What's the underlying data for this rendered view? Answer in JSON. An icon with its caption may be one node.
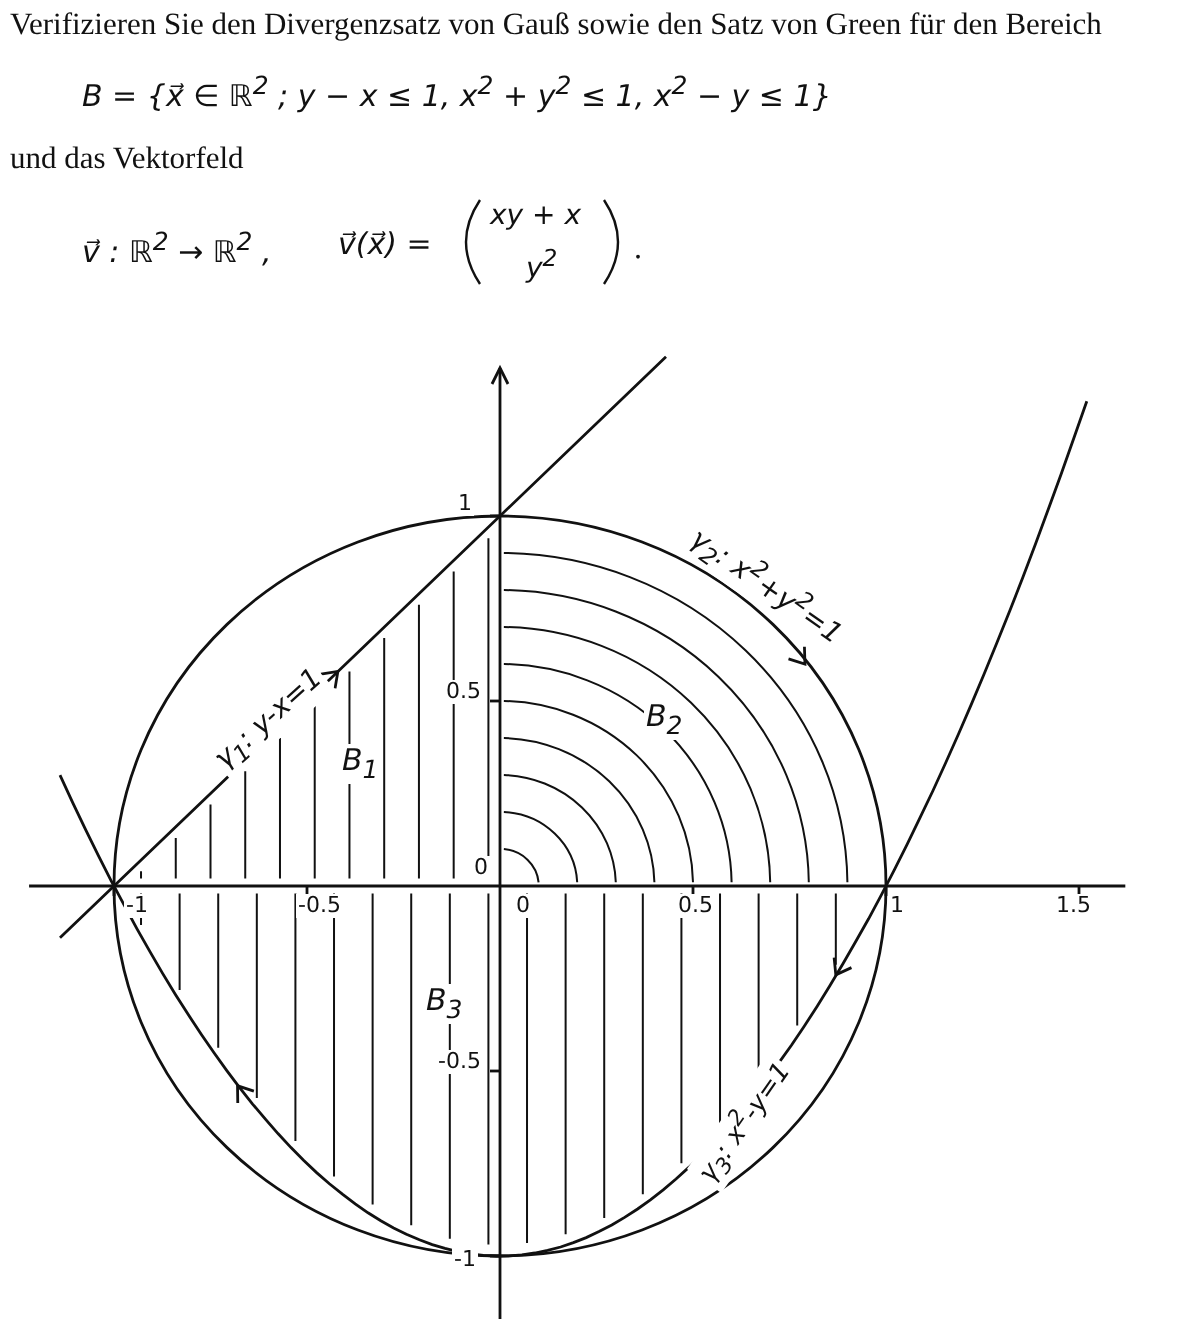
{
  "diagram": {
    "labels": [
      "Verifizieren Sie den Divergenzsatz von Gauß sowie den Satz von Green für den Bereich",
      "B = {x⃗ ∈ ℝ$^{2}$ ; y − x ≤ 1, x$^{2}$ + y$^{2}$ ≤ 1, x$^{2}$ − y ≤ 1}",
      "und das Vektorfeld",
      "v⃗ : ℝ$^{2}$ → ℝ$^{2}$ ,",
      "v⃗(x⃗) =",
      "xy + x",
      "y$^{2}$",
      ".",
      "γ$_{2}$: x$^{2}$+y$^{2}$=1",
      "1",
      "γ$_{1}$: y-x=1",
      "0.5",
      "B$_{2}$",
      "B$_{1}$",
      "0",
      "-1",
      "-0.5",
      "0",
      "0.5",
      "1",
      "1.5",
      "B$_{3}$",
      "-0.5",
      "γ$_{3}$: x$^{2}$-y=1",
      "-1"
    ]
  }
}
